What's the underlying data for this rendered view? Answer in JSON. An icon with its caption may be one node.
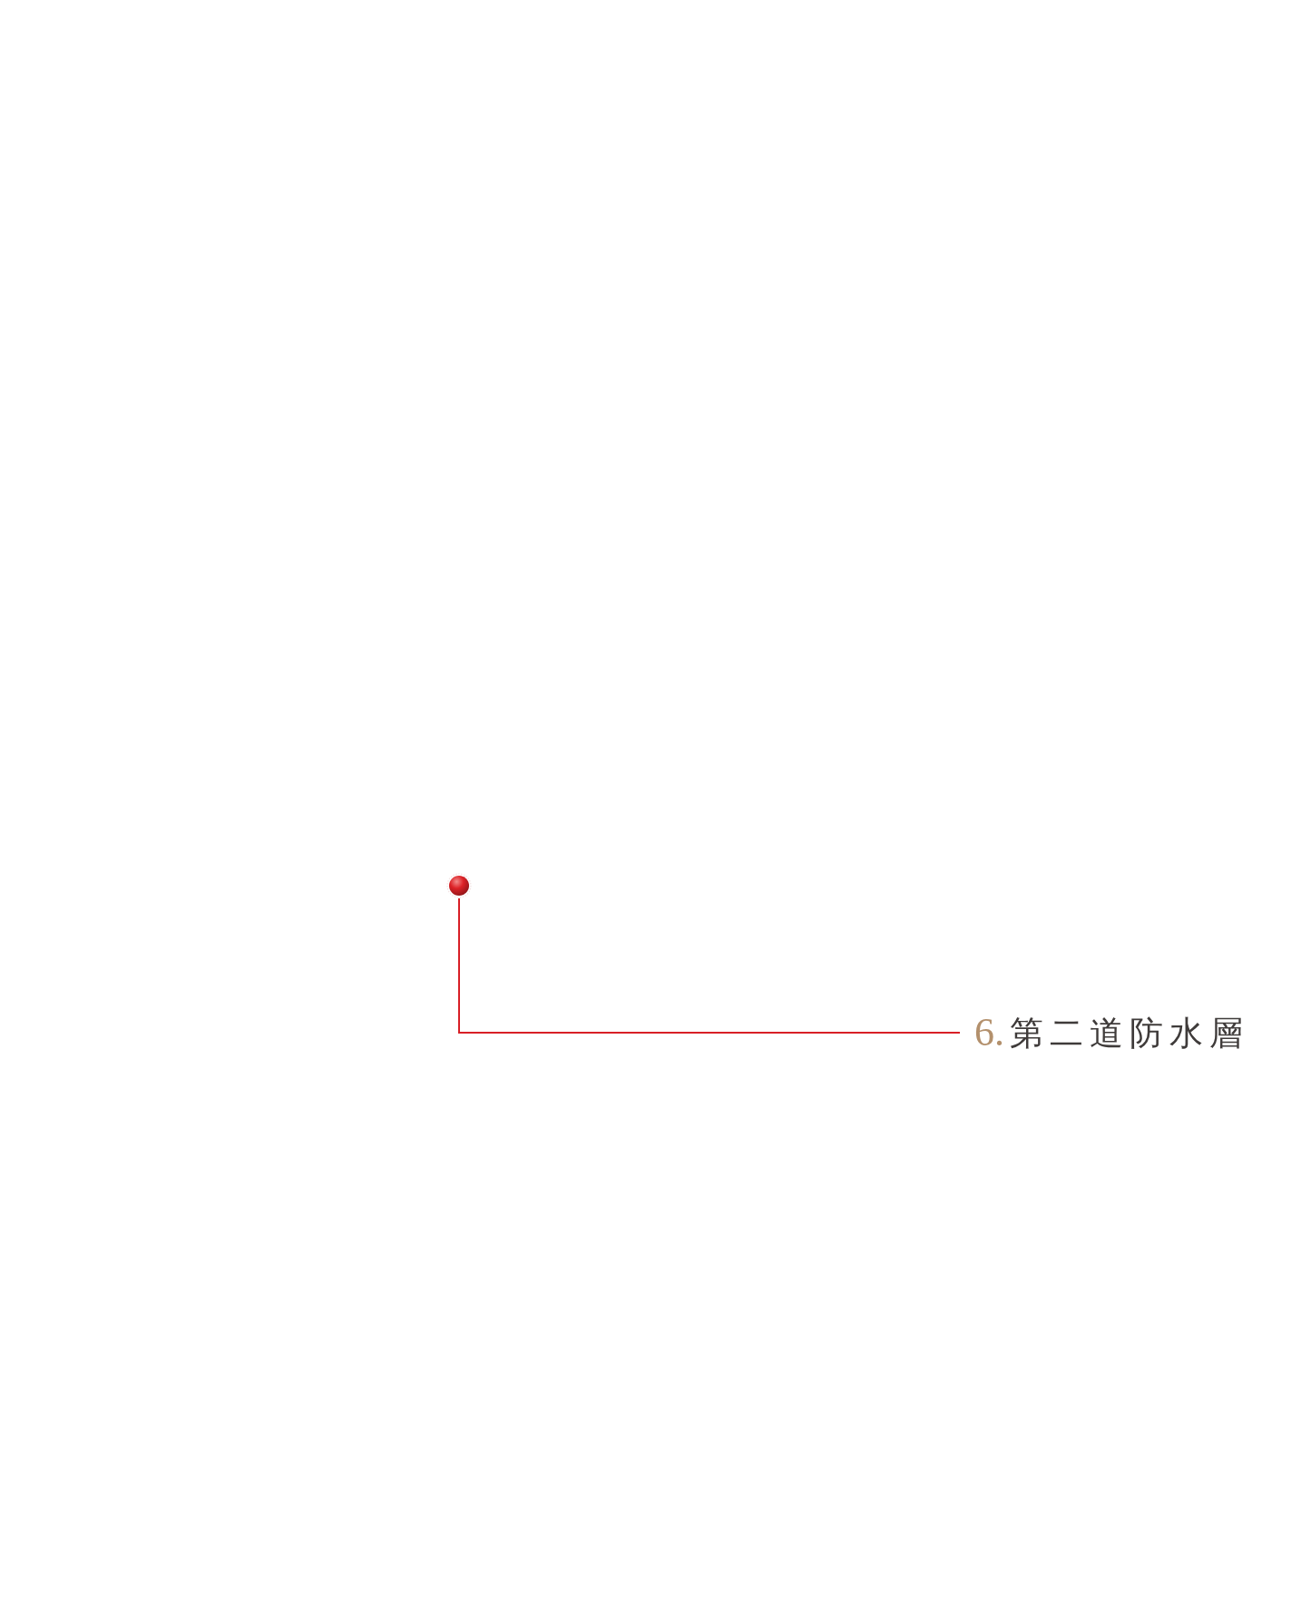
{
  "diagram": {
    "nodes": [
      {
        "text": [],
        "shape": "circle"
      },
      {
        "text": [
          "6.",
          "第二道防水層"
        ]
      }
    ],
    "edges": [
      {
        "from": 1,
        "to": 0,
        "arrow": "none"
      }
    ]
  }
}
